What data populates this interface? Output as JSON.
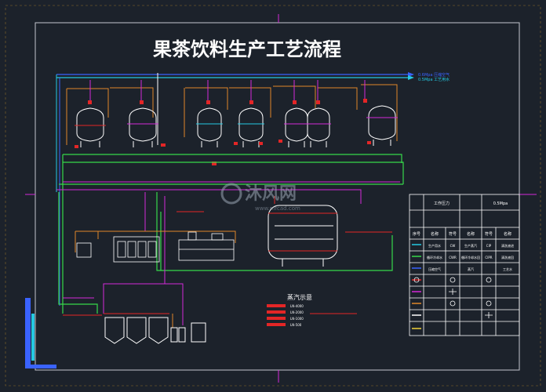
{
  "drawing": {
    "title": "果茶饮料生产工艺流程",
    "top_line_1": "0.6Mpa 压缩空气",
    "top_line_2": "0.5Mpa 工艺用水",
    "legend_title": "蒸汽示意",
    "legend_items": [
      "LN-4000",
      "LN-2000",
      "LN-1000",
      "LN-500"
    ],
    "table_header": [
      "",
      "工作压力",
      "",
      "0.5Mpa"
    ],
    "table_columns": [
      "序号",
      "名称",
      "符号",
      "名称",
      "符号",
      "名称"
    ],
    "table_row1": [
      "",
      "生产用水",
      "CW",
      "生产蒸汽",
      "CIP",
      "清洗液进"
    ],
    "table_row2": [
      "",
      "循环冷却水",
      "CWR",
      "循环冷却水回",
      "CIPR",
      "清洗液回"
    ],
    "table_row3": [
      "",
      "压缩空气",
      "",
      "蒸汽",
      "",
      "工艺水"
    ],
    "watermark_brand": "沐风网",
    "watermark_url": "www.mfcad.com"
  },
  "colors": {
    "background": "#1c222b",
    "frame": "#c4c7cf",
    "magenta": "#d429d8",
    "green": "#36d84a",
    "cyan": "#24c9e3",
    "blue": "#3a63ff",
    "orange": "#e0872a",
    "red": "#e32626",
    "white": "#ffffff",
    "yellow": "#f0d33a"
  }
}
